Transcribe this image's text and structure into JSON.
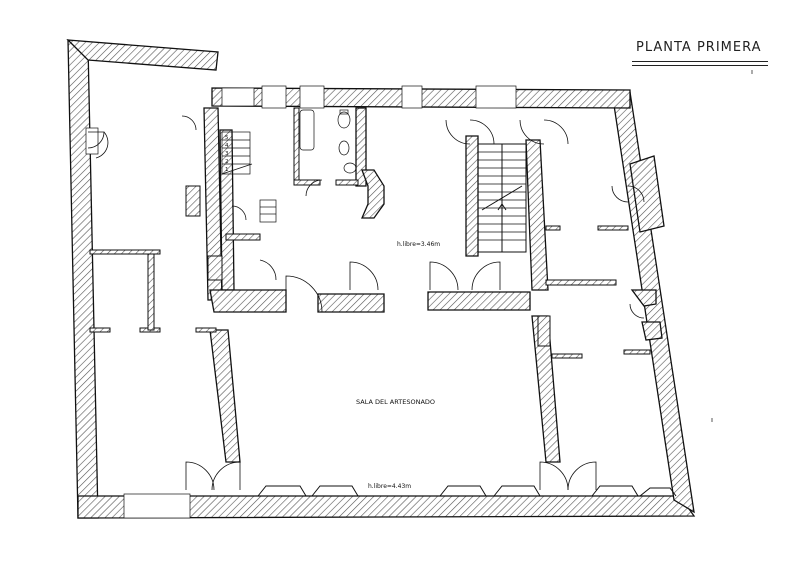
{
  "drawing": {
    "sheet_title": "PLANTA PRIMERA",
    "rooms": {
      "main_hall": "SALA DEL ARTESONADO",
      "main_hall_height": "h.libre=4.43m",
      "stair_hall_height": "h.libre=3.46m"
    },
    "stair_steps": [
      "5",
      "4",
      "3",
      "2",
      "1"
    ]
  }
}
